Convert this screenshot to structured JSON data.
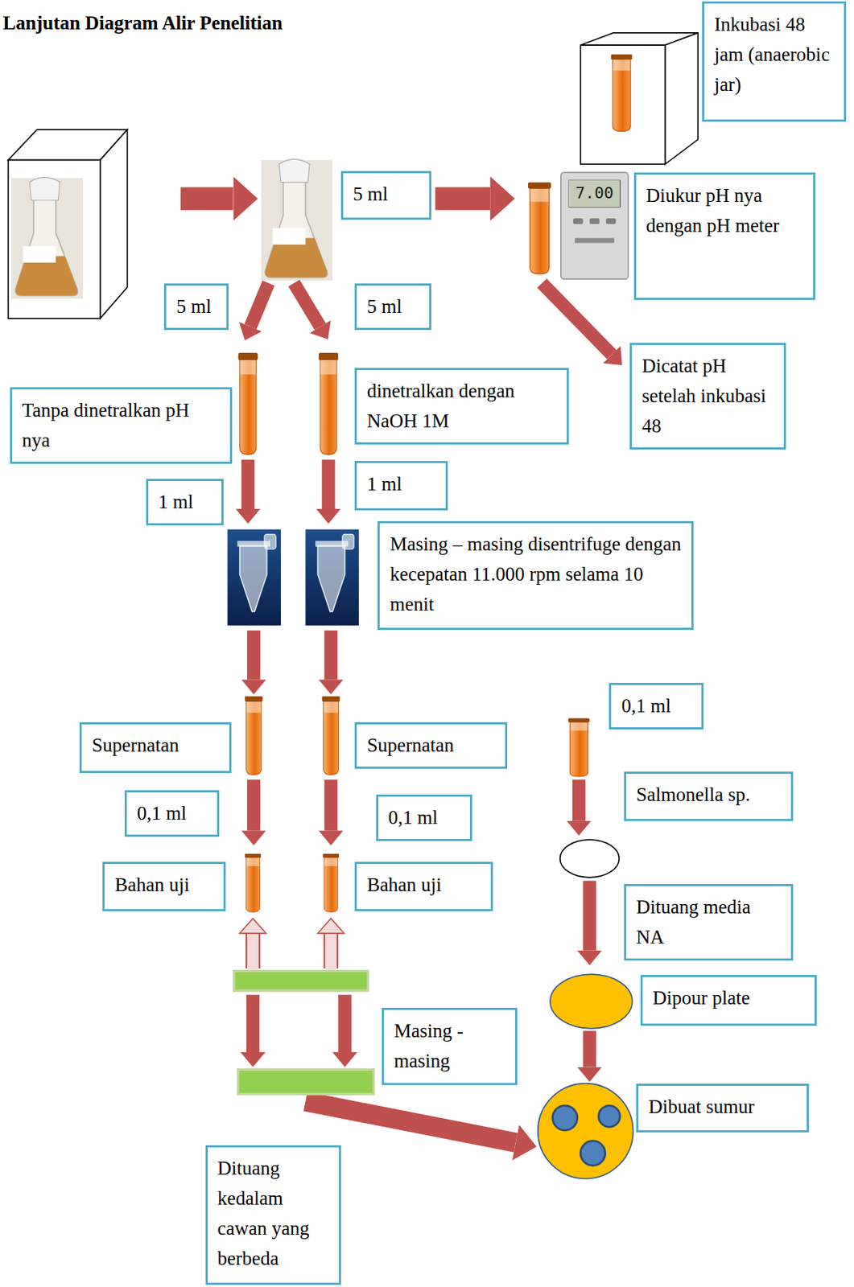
{
  "diagram": {
    "title": "Lanjutan Diagram Alir Penelitian",
    "nodes": [
      {
        "text": [
          "Inkubasi 48 jam (anaerobic jar)"
        ]
      },
      {
        "text": [
          "5 ml"
        ]
      },
      {
        "text": [
          "Diukur pH nya dengan pH meter"
        ]
      },
      {
        "text": [
          "5 ml"
        ]
      },
      {
        "text": [
          "5 ml"
        ]
      },
      {
        "text": [
          "Dicatat pH setelah inkubasi 48"
        ]
      },
      {
        "text": [
          "Tanpa dinetralkan pH nya"
        ]
      },
      {
        "text": [
          "dinetralkan dengan NaOH 1M"
        ]
      },
      {
        "text": [
          "1 ml"
        ]
      },
      {
        "text": [
          "1 ml"
        ]
      },
      {
        "text": [
          "Masing – masing disentrifuge dengan kecepatan 11.000 rpm selama 10 menit"
        ]
      },
      {
        "text": [
          "0,1 ml"
        ]
      },
      {
        "text": [
          "Supernatan"
        ]
      },
      {
        "text": [
          "Supernatan"
        ]
      },
      {
        "text": [
          "Salmonella sp."
        ]
      },
      {
        "text": [
          "0,1 ml"
        ]
      },
      {
        "text": [
          "0,1 ml"
        ]
      },
      {
        "text": [
          "Bahan uji"
        ]
      },
      {
        "text": [
          "Bahan uji"
        ]
      },
      {
        "text": [
          "Dituang media NA"
        ]
      },
      {
        "text": [
          "Dipour plate"
        ]
      },
      {
        "text": [
          "Masing - masing"
        ]
      },
      {
        "text": [
          "Dibuat sumur"
        ]
      },
      {
        "text": [
          "Dituang kedalam cawan yang berbeda"
        ]
      }
    ],
    "labels": [
      "7.00"
    ]
  }
}
